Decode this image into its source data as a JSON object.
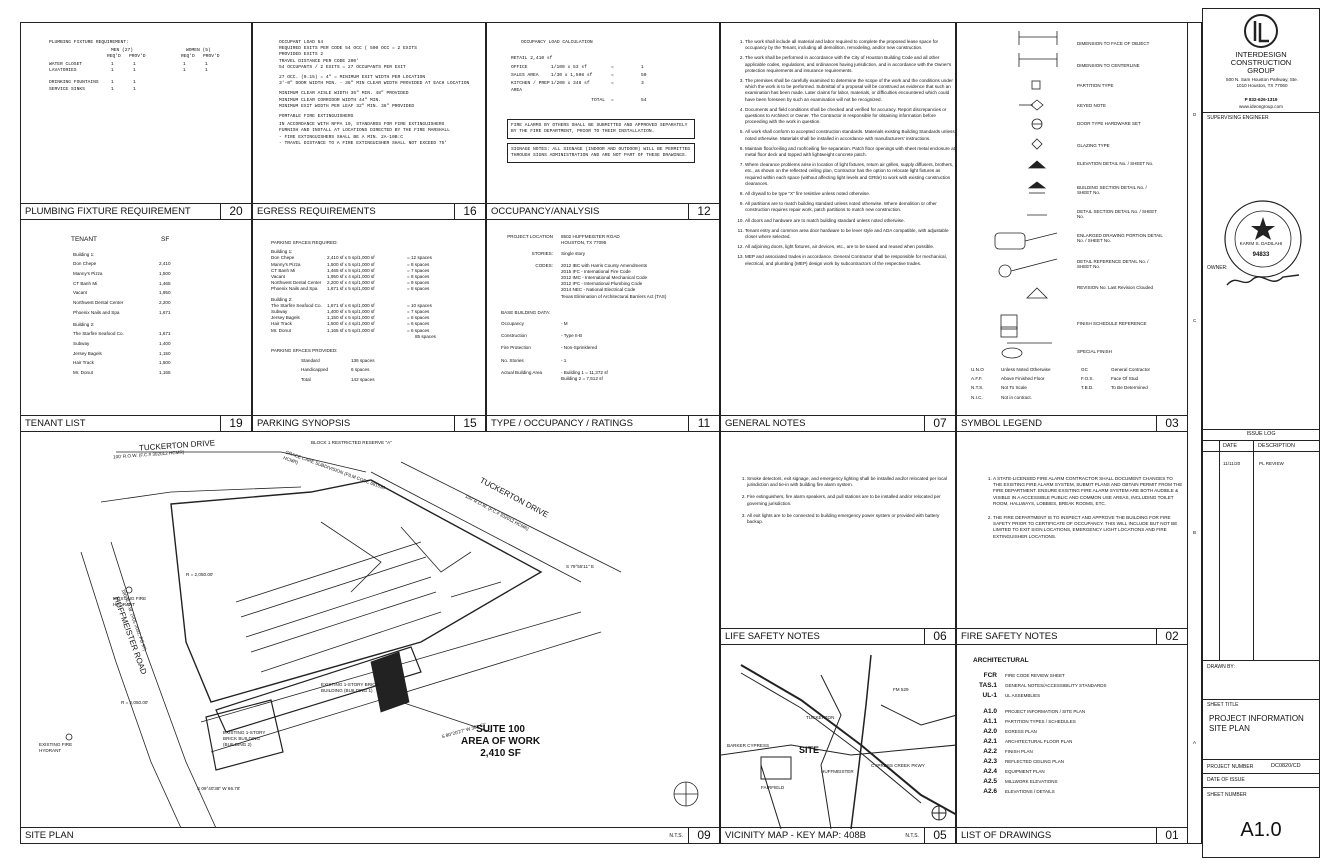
{
  "sheet": {
    "panels": {
      "plumbing": {
        "title": "PLUMBING FIXTURE REQUIREMENT",
        "num": "20"
      },
      "egress": {
        "title": "EGRESS REQUIREMENTS",
        "num": "16"
      },
      "occupancy": {
        "title": "OCCUPANCY/ANALYSIS",
        "num": "12"
      },
      "general": {
        "title": "GENERAL NOTES",
        "num": "07"
      },
      "symbol": {
        "title": "SYMBOL LEGEND",
        "num": "03"
      },
      "tenant": {
        "title": "TENANT LIST",
        "num": "19"
      },
      "parking": {
        "title": "PARKING SYNOPSIS",
        "num": "15"
      },
      "type": {
        "title": "TYPE / OCCUPANCY / RATINGS",
        "num": "11"
      },
      "siteplan": {
        "title": "SITE PLAN",
        "num": "09",
        "nts": "N.T.S."
      },
      "lifesafety": {
        "title": "LIFE SAFETY NOTES",
        "num": "06"
      },
      "firesafety": {
        "title": "FIRE SAFETY NOTES",
        "num": "02"
      },
      "vicinity": {
        "title": "VICINITY MAP - KEY MAP: 408B",
        "num": "05",
        "nts": "N.T.S."
      },
      "drawings": {
        "title": "LIST OF DRAWINGS",
        "num": "01"
      }
    }
  },
  "plumbing": {
    "heading": "PLUMBING FIXTURE REQUIREMENT:",
    "men": "MEN (27)",
    "women": "WOMEN (5)",
    "req": "REQ'D",
    "prov": "PROV'D",
    "rows": [
      {
        "name": "WATER CLOSET",
        "mr": "1",
        "mp": "1",
        "wr": "1",
        "wp": "1"
      },
      {
        "name": "LAVATORIES",
        "mr": "1",
        "mp": "1",
        "wr": "1",
        "wp": "1"
      },
      {
        "name": "DRINKING FOUNTAINS",
        "mr": "1",
        "mp": "1",
        "wr": "",
        "wp": ""
      },
      {
        "name": "SERVICE SINKS",
        "mr": "1",
        "mp": "1",
        "wr": "",
        "wp": ""
      }
    ]
  },
  "egress": {
    "lines": [
      "OCCUPANT LOAD                         54",
      "REQUIRED EXITS PER CODE           54 OCC ( 500 OCC = 2 EXITS",
      "PROVIDED EXITS                         2",
      "TRAVEL DISTANCE PER CODE       200'",
      "54 OCCUPANTS / 2 EXITS =            27 OCCUPANTS PER EXIT",
      "27 OCC. (0.15) = 4\" = MINIMUM EXIT WIDTH PER LOCATION",
      "3'-0\" DOOR WIDTH MIN. - 36\" MIN CLEAR WIDTH PROVIDED AT EACH LOCATION",
      "MINIMUM CLEAR AISLE WIDTH        36\" MIN. 48\" PROVIDED",
      "MINIMUM CLEAR CORRIDOR WIDTH    44\" MIN.",
      "MINIMUM EXIT WIDTH PER LEAF       32\" MIN. 36\" PROVIDED",
      "PORTABLE FIRE EXTINGUISHERS",
      "IN ACCORDANCE WITH NFPA 10, STANDARDS FOR FIRE EXTINGUISHERS",
      "FURNISH AND INSTALL AT LOCATIONS DIRECTED BY THE FIRE MARSHALL",
      "- FIRE EXTINGUISHERS SHALL BE A MIN. 2A-10B:C",
      "- TRAVEL DISTANCE TO A FIRE EXTINGUISHER SHALL NOT EXCEED 75'"
    ]
  },
  "occupancy": {
    "heading": "OCCUPANCY LOAD CALCULATION",
    "retail": "RETAIL 2,410 sf",
    "rows": [
      {
        "name": "OFFICE",
        "calc": "1/100 x 53 sf",
        "eq": "=",
        "val": "1"
      },
      {
        "name": "SALES AREA",
        "calc": "1/30 x 1,508 sf",
        "eq": "=",
        "val": "50"
      },
      {
        "name": "KITCHEN / PREP AREA",
        "calc": "1/200 x 348 sf",
        "eq": "=",
        "val": "3"
      }
    ],
    "total_label": "TOTAL",
    "total_eq": "=",
    "total": "54",
    "fire_alarm": "FIRE ALARMS BY OTHERS SHALL BE SUBMITTED AND APPROVED SEPARATELY BY THE FIRE DEPARTMENT, PRIOR TO THEIR INSTALLATION.",
    "signage": "SIGNAGE NOTES: ALL SIGNAGE (INDOOR AND OUTDOOR) WILL BE PERMITTED THROUGH SIGNS ADMINISTRATION AND ARE NOT PART OF THESE DRAWINGS."
  },
  "general_notes": [
    "The work shall include all material and labor required to complete the proposed lease space for occupancy by the Tenant, including all demolition, remodeling, and/or new construction.",
    "The work shall be performed in accordance with the City of Houston Building Code and all other applicable codes, regulations, and ordinances having jurisdiction, and in accordance with the Owner's protection requirements and insurance requirements.",
    "The premises shall be carefully examined to determine the scope of the work and the conditions under which the work is to be performed. Submittal of a proposal will be construed as evidence that such an examination has been made. Later claims for labor, materials, or difficulties encountered which could have been foreseen by such an examination will not be recognized.",
    "Documents and field conditions shall be checked and verified for accuracy. Report discrepancies or questions to Architect or Owner. The Contractor is responsible for obtaining information before proceeding with the work in question.",
    "All work shall conform to accepted construction standards. Materials existing Building Standards unless noted otherwise. Materials shall be installed in accordance with manufacturers' instructions.",
    "Maintain floor/ceiling and roof/ceiling fire separation. Patch floor openings with sheet metal enclosure at metal floor deck and topped with lightweight concrete patch.",
    "Where clearance problems arise in location of light fixtures, return air grilles, supply diffusers, brothers, etc., as shown on the reflected ceiling plan, Contractor has the option to relocate light fixtures as required within each space (without affecting light levels and GRtle) to work with existing construction clearances.",
    "All drywall to be type \"X\" fire resistive unless noted otherwise.",
    "All partitions are to match building standard unless noted otherwise. Where demolition or other construction requires repair work, patch partitions to match new construction.",
    "All doors and hardware are to match building standard unless noted otherwise.",
    "Tenant entry and common area door hardware to be lever style and ADA compatible, with adjustable closer where selected.",
    "All adjoining doors, light fixtures, air devices, etc., are to be saved and reused when possible.",
    "MEP and associated trades in accordance. General Contractor shall be responsible for mechanical, electrical, and plumbing (MEP) design work by subcontractors of the respective trades."
  ],
  "symbols": {
    "items": [
      "DIMENSION TO FACE OF OBJECT",
      "DIMENSION TO CENTERLINE",
      "PARTITION TYPE",
      "KEYED NOTE",
      "DOOR TYPE HARDWARE SET",
      "GLAZING TYPE",
      "ELEVATION DETAIL No. / SHEET No.",
      "BUILDING SECTION DETAIL No. / SHEET No.",
      "DETAIL SECTION DETAIL No. / SHEET No.",
      "ENLARGED DRAWING PORTION DETAIL No. / SHEET No.",
      "DETAIL REFERENCE DETAIL No. / SHEET No.",
      "REVISION No. Last Revision Clouded",
      "FINISH SCHEDULE REFERENCE",
      "SPECIAL FINISH"
    ],
    "abbr": [
      {
        "k": "U.N.O",
        "v": "Unless Noted Otherwise",
        "k2": "GC",
        "v2": "General Contractor"
      },
      {
        "k": "A.F.F.",
        "v": "Above Finished Floor",
        "k2": "F.O.S.",
        "v2": "Face Of Stud"
      },
      {
        "k": "N.T.S.",
        "v": "Not To Scale",
        "k2": "T.B.D.",
        "v2": "To Be Determined"
      },
      {
        "k": "N.I.C.",
        "v": "Not in contract.",
        "k2": "",
        "v2": ""
      }
    ]
  },
  "tenant": {
    "h1": "TENANT",
    "h2": "SF",
    "b1": "Building 1:",
    "b1rows": [
      {
        "n": "Don Chepe",
        "v": "2,410"
      },
      {
        "n": "Manny's Pizza",
        "v": "1,500"
      },
      {
        "n": "CT Banh Mi",
        "v": "1,465"
      },
      {
        "n": "Vacant",
        "v": "1,950"
      },
      {
        "n": "Northwest Dental Center",
        "v": "2,200"
      },
      {
        "n": "Phoenix Nails and Spa",
        "v": "1,671"
      }
    ],
    "b2": "Building 2:",
    "b2rows": [
      {
        "n": "The Starfire Seafood Co.",
        "v": "1,671"
      },
      {
        "n": "Subway",
        "v": "1,400"
      },
      {
        "n": "Jersey Bagels",
        "v": "1,150"
      },
      {
        "n": "Hair Track",
        "v": "1,500"
      },
      {
        "n": "Mr. Donut",
        "v": "1,165"
      }
    ]
  },
  "parking": {
    "heading": "PARKING SPACES REQUIRED:",
    "b1": "Building 1:",
    "b1rows": [
      {
        "n": "Don Chepe",
        "c": "2,410 sf x 5 sp/1,000 sf",
        "v": "= 12 spaces"
      },
      {
        "n": "Manny's Pizza",
        "c": "1,500 sf x 5 sp/1,000 sf",
        "v": "= 8 spaces"
      },
      {
        "n": "CT Banh Mi",
        "c": "1,465 sf x 5 sp/1,000 sf",
        "v": "= 7 spaces"
      },
      {
        "n": "Vacant",
        "c": "1,950 sf x 4 sp/1,000 sf",
        "v": "= 8 spaces"
      },
      {
        "n": "Northwest Dental Center",
        "c": "2,200 sf x 4 sp/1,000 sf",
        "v": "= 9 spaces"
      },
      {
        "n": "Phoenix Nails and Spa",
        "c": "1,671 sf x 5 sp/1,000 sf",
        "v": "= 8 spaces"
      }
    ],
    "b2": "Building 2:",
    "b2rows": [
      {
        "n": "The Starfire Seafood Co.",
        "c": "1,671 sf x 6 sp/1,000 sf",
        "v": "= 10 spaces"
      },
      {
        "n": "Subway",
        "c": "1,400 sf x 5 sp/1,000 sf",
        "v": "= 7 spaces"
      },
      {
        "n": "Jersey Bagels",
        "c": "1,150 sf x 5 sp/1,000 sf",
        "v": "= 6 spaces"
      },
      {
        "n": "Hair Track",
        "c": "1,500 sf x 4 sp/1,000 sf",
        "v": "= 6 spaces"
      },
      {
        "n": "Mr. Donut",
        "c": "1,165 sf x 5 sp/1,000 sf",
        "v": "= 6 spaces"
      }
    ],
    "total": "85 spaces",
    "provided": "PARKING SPACES PROVIDED:",
    "prows": [
      {
        "n": "Standard",
        "v": "136 spaces"
      },
      {
        "n": "Handicapped",
        "v": "6 spaces"
      },
      {
        "n": "Total",
        "v": "142 spaces"
      }
    ]
  },
  "type": {
    "rows": [
      {
        "k": "PROJECT LOCATION",
        "v": "8502 HUFFMEISTER ROAD HOUSTON, TX 77095"
      },
      {
        "k": "STORIES:",
        "v": "Single story"
      },
      {
        "k": "CODES:",
        "v": "2012 IBC with Harris County Amendments\n2015 IFC - International Fire Code\n2012 IMC - International Mechanical Code\n2012 IPC - International Plumbing Code\n2014 NEC - National Electrical Code\nTexas Elimination of Architectural Barriers Act (TAS)"
      }
    ],
    "base": "BASE BUILDING DATA:",
    "brows": [
      {
        "k": "Occupancy",
        "v": "-   M"
      },
      {
        "k": "Construction",
        "v": "-   Type II-B"
      },
      {
        "k": "Fire Protection",
        "v": "-   Non-Sprinklered"
      },
      {
        "k": "No. Stories",
        "v": "-   1"
      },
      {
        "k": "Actual Building Area",
        "v": "-   Building 1  =  11,372 sf\n    Building 2  =  7,512 sf"
      }
    ]
  },
  "site": {
    "road1": "TUCKERTON DRIVE",
    "road1b": "100' R.O.W. (F.C.# 302012 HCMR)",
    "road2": "TUCKERTON DRIVE",
    "road2b": "100' R.O.W. (F.C.# 302012 HCMR)",
    "road3": "HUFFMEISTER ROAD",
    "road3b": "100' R.O.W. (VOL 2032, PG 97)",
    "block": "BLOCK 1 RESTRICTED RESERVE \"A\"",
    "subdiv": "GRACE CARE SUBDIVISION (FILM CODE 681530 HCMR)",
    "bldg": "EXISTING 1-STORY BRICK BUILDING (BUILDING 1)",
    "bldg2": "EXISTING 1-STORY BRICK BUILDING (BUILDING 2)",
    "suite1": "SUITE 100",
    "suite2": "AREA OF WORK",
    "suite3": "2,410 SF",
    "bearing1": "S 79°55'11\" E",
    "bearing2": "S 09°40'38\" W 66.78'",
    "bearing3": "S 80°20'27\" W 383.53'",
    "curve1": "R = 2,050.00'",
    "curve2": "R = 2,050.00'",
    "hydrant": "EXISTING FIRE HYDRANT",
    "hydrant2": "EXISTING FIRE HYDRANT"
  },
  "lifesafety": [
    "Smoke detectors, exit signage, and emergency lighting shall be installed and/or relocated per local jurisdiction and tie-in with building fire alarm system.",
    "Fire extinguishers, fire alarm speakers, and pull stations are to be installed and/or relocated per governing jurisdiction.",
    "All exit lights are to be connected to building emergency power system or provided with battery backup."
  ],
  "firesafety": [
    "A STATE-LICENSED FIRE ALARM CONTRACTOR SHALL DOCUMENT CHANGES TO THE EXISTING FIRE ALARM SYSTEM, SUBMIT PLANS AND OBTAIN PERMIT FROM THE FIRE DEPARTMENT. ENSURE EXISTING FIRE ALARM SYSTEM ARE BOTH AUDIBLE & VISIBLE IN A ACCESSIBLE PUBLIC AND COMMON USE AREAS, INCLUDING TOILET ROOM, HALLWAYS, LOBBIES, BREAK ROOMS, ETC.",
    "THE FIRE DEPARTMENT IS TO INSPECT AND APPROVE THE BUILDING FOR FIRE SAFETY PRIOR TO CERTIFICATE OF OCCUPANCY. THIS WILL INCLUDE BUT NOT BE LIMITED TO EXIT SIGN LOCATIONS, EMERGENCY LIGHT LOCATIONS AND FIRE EXTINGUISHER LOCATIONS."
  ],
  "vicinity": {
    "site": "SITE",
    "labels": [
      "BARKER CYPRESS",
      "HUFFMEISTER",
      "FM 529",
      "TUCKERTON",
      "CYPRESS CREEK PKWY",
      "FAIRFIELD"
    ]
  },
  "drawings": {
    "heading": "ARCHITECTURAL",
    "rows": [
      {
        "c": "FCR",
        "t": "FIRE CODE REVIEW SHEET"
      },
      {
        "c": "TAS.1",
        "t": "GENERAL NOTES/ACCESSIBILITY STANDARDS"
      },
      {
        "c": "UL-1",
        "t": "UL ASSEMBLIES"
      },
      {
        "c": "A1.0",
        "t": "PROJECT INFORMATION / SITE PLAN"
      },
      {
        "c": "A1.1",
        "t": "PARTITION TYPES / SCHEDULES"
      },
      {
        "c": "A2.0",
        "t": "EGRESS PLAN"
      },
      {
        "c": "A2.1",
        "t": "ARCHITECTURAL FLOOR PLAN"
      },
      {
        "c": "A2.2",
        "t": "FINISH PLAN"
      },
      {
        "c": "A2.3",
        "t": "REFLECTED CEILING PLAN"
      },
      {
        "c": "A2.4",
        "t": "EQUIPMENT PLAN"
      },
      {
        "c": "A2.5",
        "t": "MILLWORK ELEVATIONS"
      },
      {
        "c": "A2.6",
        "t": "ELEVATIONS / DETAILS"
      }
    ]
  },
  "titleblock": {
    "firm1": "INTERDESIGN",
    "firm2": "CONSTRUCTION",
    "firm3": "GROUP",
    "addr": "500 N. Sam Houston Parkway, Ste. 1010 Houston, TX 77060",
    "phone": "P 832-626-1319",
    "web": "www.ideongroup.com",
    "supervising": "SUPERVISING ENGINEER",
    "seal_name": "KARIM S. DADILAHI",
    "seal_num": "94833",
    "owner": "OWNER:",
    "issue_log": "ISSUE LOG",
    "date_h": "DATE",
    "desc_h": "DESCRIPTION",
    "issue_date": "11/11/20",
    "issue_desc": "PL REVIEW",
    "drawn_by": "DRAWN BY:",
    "sheet_title_label": "SHEET TITLE",
    "sheet_title1": "PROJECT INFORMATION",
    "sheet_title2": "SITE PLAN",
    "project_number_label": "PROJECT NUMBER",
    "project_number": "DC0820/CD",
    "date_of_issue": "DATE OF ISSUE",
    "sheet_number_label": "SHEET NUMBER",
    "sheet_number": "A1.0",
    "grid": [
      "D",
      "C",
      "B",
      "A"
    ]
  }
}
